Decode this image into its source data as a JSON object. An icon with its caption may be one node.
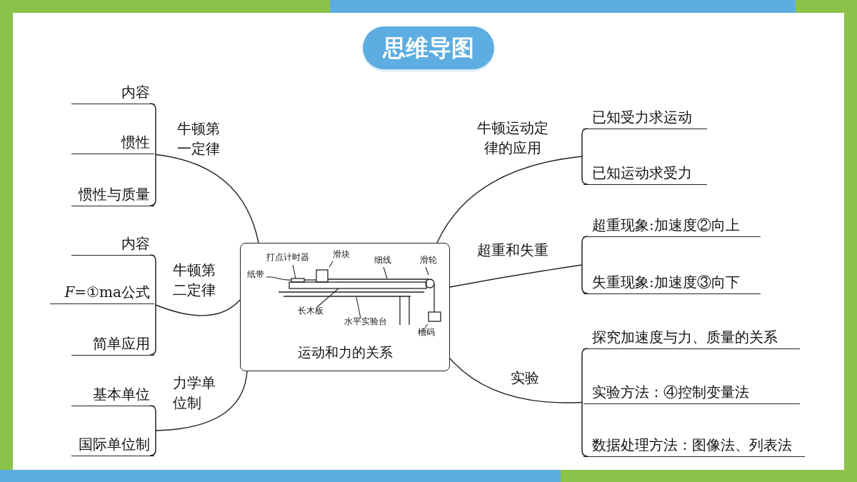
{
  "diagram": {
    "title": "思维导图",
    "nodes": [
      {
        "text": [
          "运动和力的关系"
        ]
      },
      {
        "text": [],
        "shape": "picture",
        "in": 0
      },
      {
        "text": [
          "打点计时器"
        ],
        "in": 0
      },
      {
        "text": [
          "滑块"
        ],
        "in": 0
      },
      {
        "text": [
          "细线"
        ],
        "in": 0
      },
      {
        "text": [
          "滑轮"
        ],
        "in": 0
      },
      {
        "text": [
          "纸带"
        ],
        "in": 0
      },
      {
        "text": [
          "长木板"
        ],
        "in": 1
      },
      {
        "text": [
          "水平实验台"
        ],
        "in": 1
      },
      {
        "text": [
          "槽码"
        ],
        "in": 0
      },
      {
        "text": [],
        "shape": "bracket"
      },
      {
        "text": [
          "内容"
        ]
      },
      {
        "text": [
          "惯性"
        ]
      },
      {
        "text": [
          "惯性与质量"
        ]
      },
      {
        "text": [],
        "shape": "bracket"
      },
      {
        "text": [
          "内容"
        ]
      },
      {
        "text": [
          "*F*=①ma公式"
        ]
      },
      {
        "text": [
          "简单应用"
        ]
      },
      {
        "text": [],
        "shape": "bracket"
      },
      {
        "text": [
          "基本单位"
        ]
      },
      {
        "text": [
          "国际单位制"
        ]
      },
      {
        "text": [],
        "shape": "bracket"
      },
      {
        "text": [
          "已知受力求运动"
        ]
      },
      {
        "text": [
          "已知运动求受力"
        ]
      },
      {
        "text": [],
        "shape": "bracket"
      },
      {
        "text": [
          "超重现象:加速度②向上"
        ]
      },
      {
        "text": [
          "失重现象:加速度③向下"
        ]
      },
      {
        "text": [],
        "shape": "bracket"
      },
      {
        "text": [
          "探究加速度与力、质量的关系"
        ]
      },
      {
        "text": [
          "实验方法：④控制变量法"
        ]
      },
      {
        "text": [
          "数据处理方法：图像法、列表法"
        ]
      }
    ],
    "edges": [
      {
        "from": 2,
        "to": 1,
        "arrow": "none"
      },
      {
        "from": 3,
        "to": 1,
        "arrow": "none"
      },
      {
        "from": 4,
        "to": 1,
        "arrow": "none"
      },
      {
        "from": 5,
        "to": 1,
        "arrow": "none"
      },
      {
        "from": 6,
        "to": 1,
        "arrow": "none"
      },
      {
        "from": 7,
        "to": 1,
        "arrow": "none"
      },
      {
        "from": 8,
        "to": 1,
        "arrow": "none"
      },
      {
        "from": 9,
        "to": 1,
        "arrow": "none"
      },
      {
        "from": 0,
        "to": 10,
        "arrow": "none",
        "label": "牛顿第一定律"
      },
      {
        "from": 0,
        "to": 14,
        "arrow": "none",
        "label": "牛顿第二定律"
      },
      {
        "from": 0,
        "to": 18,
        "arrow": "none",
        "label": "力学单位制"
      },
      {
        "from": 0,
        "to": 21,
        "arrow": "none",
        "label": "牛顿运动定律的应用"
      },
      {
        "from": 0,
        "to": 24,
        "arrow": "none",
        "label": "超重和失重"
      },
      {
        "from": 0,
        "to": 27,
        "arrow": "none",
        "label": "实验"
      }
    ]
  }
}
